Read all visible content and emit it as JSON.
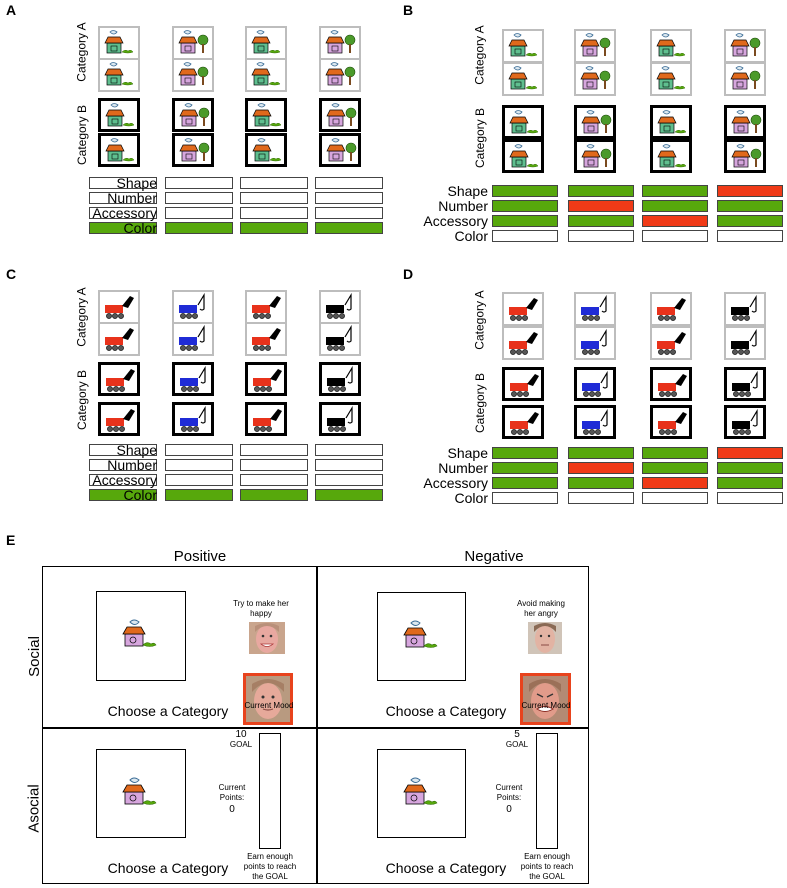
{
  "panels": {
    "A": {
      "letter": "A",
      "category_a": "Category A",
      "category_b": "Category B",
      "features": [
        "Shape",
        "Number",
        "Accessory",
        "Color"
      ]
    },
    "B": {
      "letter": "B",
      "category_a": "Category A",
      "category_b": "Category B",
      "features": [
        "Shape",
        "Number",
        "Accessory",
        "Color"
      ]
    },
    "C": {
      "letter": "C",
      "category_a": "Category A",
      "category_b": "Category B",
      "features": [
        "Shape",
        "Number",
        "Accessory",
        "Color"
      ]
    },
    "D": {
      "letter": "D",
      "category_a": "Category A",
      "category_b": "Category B",
      "features": [
        "Shape",
        "Number",
        "Accessory",
        "Color"
      ]
    }
  },
  "bar_colors": {
    "A": [
      [
        "white",
        "white",
        "white",
        "green"
      ],
      [
        "white",
        "white",
        "white",
        "green"
      ],
      [
        "white",
        "white",
        "white",
        "green"
      ],
      [
        "white",
        "white",
        "white",
        "green"
      ]
    ],
    "B": [
      [
        "green",
        "green",
        "green",
        "white"
      ],
      [
        "green",
        "red",
        "green",
        "white"
      ],
      [
        "green",
        "green",
        "red",
        "white"
      ],
      [
        "red",
        "green",
        "green",
        "white"
      ]
    ],
    "C": [
      [
        "white",
        "white",
        "white",
        "green"
      ],
      [
        "white",
        "white",
        "white",
        "green"
      ],
      [
        "white",
        "white",
        "white",
        "green"
      ],
      [
        "white",
        "white",
        "white",
        "green"
      ]
    ],
    "D": [
      [
        "green",
        "green",
        "green",
        "white"
      ],
      [
        "green",
        "red",
        "green",
        "white"
      ],
      [
        "green",
        "green",
        "red",
        "white"
      ],
      [
        "red",
        "green",
        "green",
        "white"
      ]
    ]
  },
  "colors": {
    "green": "#57a80c",
    "red": "#f03a17",
    "category_a_border": "#bdbdbd",
    "category_b_border": "#000000",
    "face_frame": "#e8431d"
  },
  "panel_e": {
    "letter": "E",
    "col_positive": "Positive",
    "col_negative": "Negative",
    "row_social": "Social",
    "row_asocial": "Asocial",
    "choose": "Choose a Category",
    "social_pos_instruction": "Try to make her happy",
    "social_neg_instruction": "Avoid making her angry",
    "current_mood": "Current Mood",
    "asocial_pos_goal": "10",
    "asocial_neg_goal": "5",
    "goal_label": "GOAL",
    "current_points_label": "Current Points:",
    "current_points_value": "0",
    "earn_text": "Earn enough points to reach the GOAL"
  }
}
